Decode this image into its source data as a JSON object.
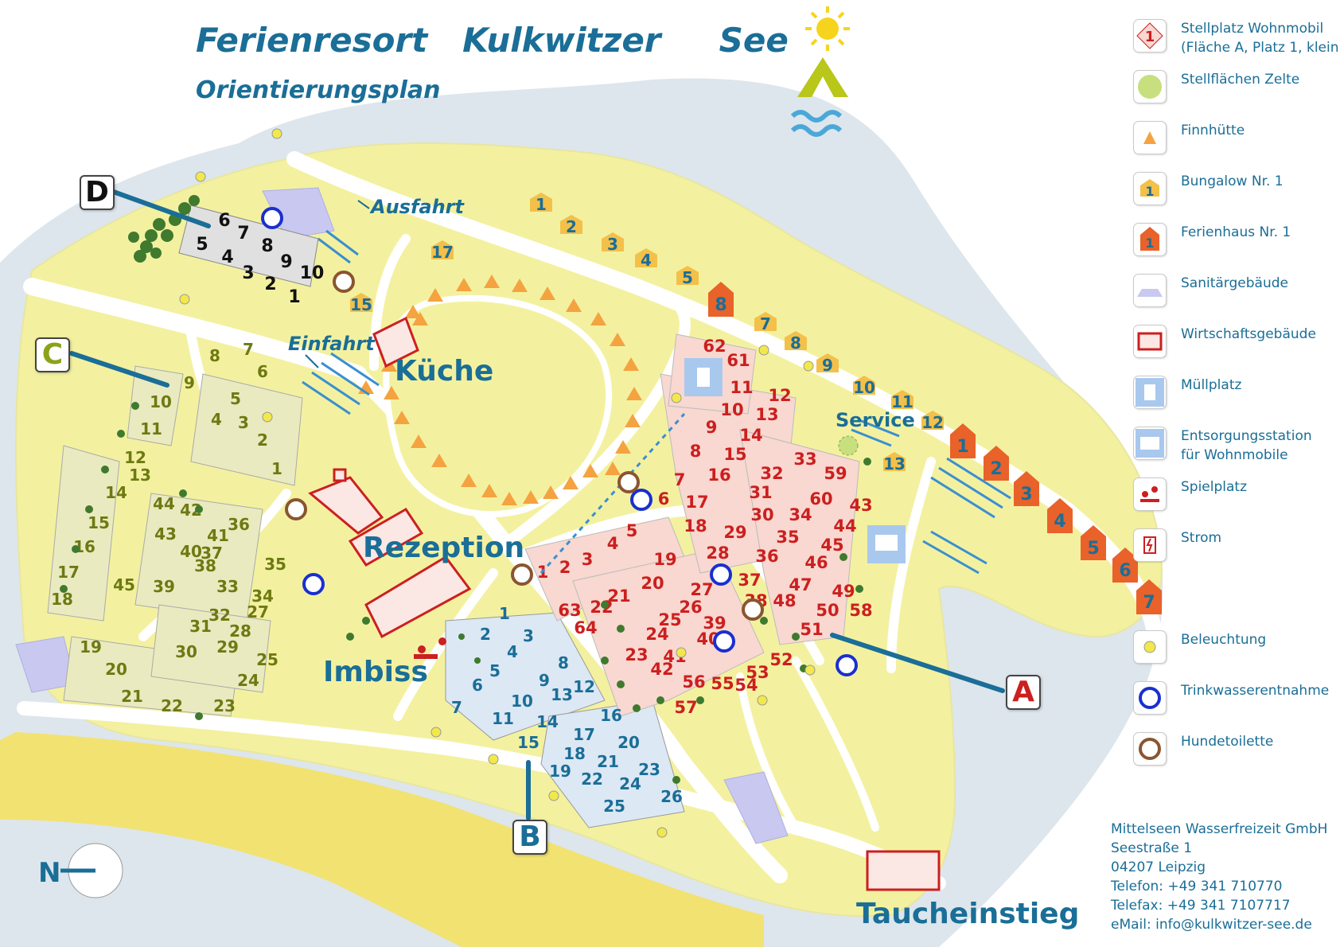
{
  "header": {
    "title": "Ferienresort   Kulkwitzer     See",
    "subtitle": "Orientierungsplan"
  },
  "map_labels": {
    "kueche": "Küche",
    "rezeption": "Rezeption",
    "imbiss": "Imbiss",
    "service": "Service",
    "taucheinstieg": "Taucheinstieg",
    "ausfahrt": "Ausfahrt",
    "einfahrt": "Einfahrt"
  },
  "zones": {
    "a": "A",
    "b": "B",
    "c": "C",
    "d": "D"
  },
  "legend": {
    "items": [
      {
        "icon": "motorhome-pitch-icon",
        "label": "Stellplatz Wohnmobil\n(Fläche A, Platz 1, klein)",
        "icon_text": "1"
      },
      {
        "icon": "tent-area-icon",
        "label": "Stellflächen Zelte"
      },
      {
        "icon": "finn-hut-icon",
        "label": "Finnhütte"
      },
      {
        "icon": "bungalow-icon",
        "label": "Bungalow Nr. 1",
        "icon_text": "1"
      },
      {
        "icon": "holiday-house-icon",
        "label": "Ferienhaus Nr. 1",
        "icon_text": "1"
      },
      {
        "icon": "sanitary-building-icon",
        "label": "Sanitärgebäude"
      },
      {
        "icon": "utility-building-icon",
        "label": "Wirtschaftsgebäude"
      },
      {
        "icon": "waste-bin-icon",
        "label": "Müllplatz"
      },
      {
        "icon": "disposal-station-icon",
        "label": "Entsorgungsstation\nfür Wohnmobile"
      },
      {
        "icon": "playground-icon",
        "label": "Spielplatz"
      },
      {
        "icon": "power-icon",
        "label": "Strom"
      },
      {
        "icon": "lighting-icon",
        "label": "Beleuchtung"
      },
      {
        "icon": "drinking-water-icon",
        "label": "Trinkwasserentnahme"
      },
      {
        "icon": "dog-toilet-icon",
        "label": "Hundetoilette"
      }
    ]
  },
  "address": {
    "company": "Mittelseen Wasserfreizeit GmbH",
    "street": "Seestraße 1",
    "city": "04207 Leipzig",
    "phone": "Telefon: +49 341 710770",
    "fax": "Telefax: +49 341 7107717",
    "email": "eMail: info@kulkwitzer-see.de"
  },
  "compass": {
    "label": "N"
  },
  "colors": {
    "land": "#f3f1a0",
    "path": "#ffffff",
    "water_tint": "#dde6ec",
    "beach": "#f6e15c",
    "label_blue": "#1a6e97",
    "pitch_red": "#cc1f1f",
    "house_orange": "#e8622a",
    "bungalow_yellow": "#f3c04a"
  },
  "pitches": {
    "area_d": [
      {
        "n": "6"
      },
      {
        "n": "7"
      },
      {
        "n": "8"
      },
      {
        "n": "9"
      },
      {
        "n": "10"
      },
      {
        "n": "5"
      },
      {
        "n": "4"
      },
      {
        "n": "3"
      },
      {
        "n": "2"
      },
      {
        "n": "1"
      }
    ],
    "area_c": [
      {
        "n": "1"
      },
      {
        "n": "2"
      },
      {
        "n": "3"
      },
      {
        "n": "4"
      },
      {
        "n": "5"
      },
      {
        "n": "6"
      },
      {
        "n": "7"
      },
      {
        "n": "8"
      },
      {
        "n": "9"
      },
      {
        "n": "10"
      },
      {
        "n": "11"
      },
      {
        "n": "12"
      },
      {
        "n": "13"
      },
      {
        "n": "14"
      },
      {
        "n": "15"
      },
      {
        "n": "16"
      },
      {
        "n": "17"
      },
      {
        "n": "18"
      },
      {
        "n": "19"
      },
      {
        "n": "20"
      },
      {
        "n": "21"
      },
      {
        "n": "22"
      },
      {
        "n": "23"
      },
      {
        "n": "24"
      },
      {
        "n": "25"
      },
      {
        "n": "27"
      },
      {
        "n": "28"
      },
      {
        "n": "29"
      },
      {
        "n": "30"
      },
      {
        "n": "31"
      },
      {
        "n": "32"
      },
      {
        "n": "33"
      },
      {
        "n": "34"
      },
      {
        "n": "35"
      },
      {
        "n": "36"
      },
      {
        "n": "37"
      },
      {
        "n": "38"
      },
      {
        "n": "39"
      },
      {
        "n": "40"
      },
      {
        "n": "41"
      },
      {
        "n": "42"
      },
      {
        "n": "43"
      },
      {
        "n": "44"
      },
      {
        "n": "45"
      }
    ],
    "area_b": [
      {
        "n": "1"
      },
      {
        "n": "2"
      },
      {
        "n": "3"
      },
      {
        "n": "4"
      },
      {
        "n": "5"
      },
      {
        "n": "6"
      },
      {
        "n": "7"
      },
      {
        "n": "8"
      },
      {
        "n": "9"
      },
      {
        "n": "10"
      },
      {
        "n": "11"
      },
      {
        "n": "12"
      },
      {
        "n": "13"
      },
      {
        "n": "14"
      },
      {
        "n": "15"
      },
      {
        "n": "16"
      },
      {
        "n": "17"
      },
      {
        "n": "18"
      },
      {
        "n": "19"
      },
      {
        "n": "20"
      },
      {
        "n": "21"
      },
      {
        "n": "22"
      },
      {
        "n": "23"
      },
      {
        "n": "24"
      },
      {
        "n": "25"
      },
      {
        "n": "26"
      }
    ],
    "area_a": [
      {
        "n": "1"
      },
      {
        "n": "2"
      },
      {
        "n": "3"
      },
      {
        "n": "4"
      },
      {
        "n": "5"
      },
      {
        "n": "6"
      },
      {
        "n": "7"
      },
      {
        "n": "8"
      },
      {
        "n": "9"
      },
      {
        "n": "10"
      },
      {
        "n": "11"
      },
      {
        "n": "12"
      },
      {
        "n": "13"
      },
      {
        "n": "14"
      },
      {
        "n": "15"
      },
      {
        "n": "16"
      },
      {
        "n": "17"
      },
      {
        "n": "18"
      },
      {
        "n": "19"
      },
      {
        "n": "20"
      },
      {
        "n": "21"
      },
      {
        "n": "22"
      },
      {
        "n": "23"
      },
      {
        "n": "24"
      },
      {
        "n": "25"
      },
      {
        "n": "26"
      },
      {
        "n": "27"
      },
      {
        "n": "28"
      },
      {
        "n": "29"
      },
      {
        "n": "30"
      },
      {
        "n": "31"
      },
      {
        "n": "32"
      },
      {
        "n": "33"
      },
      {
        "n": "34"
      },
      {
        "n": "35"
      },
      {
        "n": "36"
      },
      {
        "n": "37"
      },
      {
        "n": "38"
      },
      {
        "n": "39"
      },
      {
        "n": "40"
      },
      {
        "n": "41"
      },
      {
        "n": "42"
      },
      {
        "n": "43"
      },
      {
        "n": "44"
      },
      {
        "n": "45"
      },
      {
        "n": "46"
      },
      {
        "n": "47"
      },
      {
        "n": "48"
      },
      {
        "n": "49"
      },
      {
        "n": "50"
      },
      {
        "n": "51"
      },
      {
        "n": "52"
      },
      {
        "n": "53"
      },
      {
        "n": "54"
      },
      {
        "n": "55"
      },
      {
        "n": "56"
      },
      {
        "n": "57"
      },
      {
        "n": "58"
      },
      {
        "n": "59"
      },
      {
        "n": "60"
      },
      {
        "n": "61"
      },
      {
        "n": "62"
      },
      {
        "n": "63"
      },
      {
        "n": "64"
      }
    ],
    "bungalows": [
      {
        "n": "1"
      },
      {
        "n": "2"
      },
      {
        "n": "3"
      },
      {
        "n": "4"
      },
      {
        "n": "5"
      },
      {
        "n": "7"
      },
      {
        "n": "8"
      },
      {
        "n": "9"
      },
      {
        "n": "10"
      },
      {
        "n": "11"
      },
      {
        "n": "12"
      },
      {
        "n": "13"
      },
      {
        "n": "15"
      },
      {
        "n": "17"
      }
    ],
    "houses": [
      {
        "n": "8"
      },
      {
        "n": "1"
      },
      {
        "n": "2"
      },
      {
        "n": "3"
      },
      {
        "n": "4"
      },
      {
        "n": "5"
      },
      {
        "n": "6"
      },
      {
        "n": "7"
      }
    ]
  }
}
